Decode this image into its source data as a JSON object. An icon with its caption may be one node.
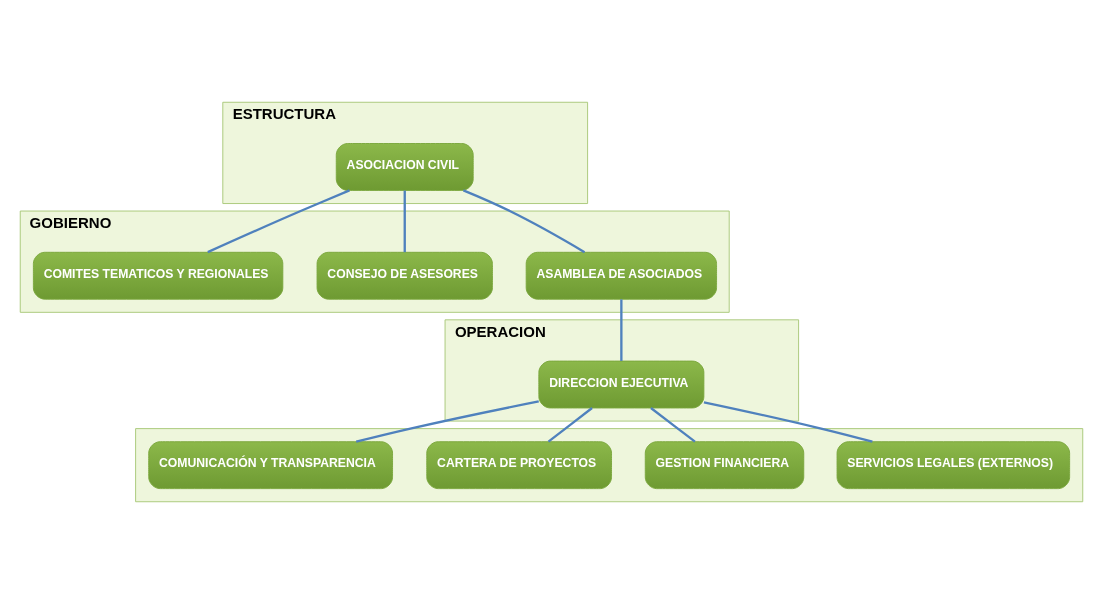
{
  "diagram": {
    "nodes": [
      {
        "text": [
          "ESTRUCTURA"
        ]
      },
      {
        "text": [
          "ASOCIACION CIVIL"
        ],
        "in": 0
      },
      {
        "text": [
          "GOBIERNO"
        ]
      },
      {
        "text": [
          "ASAMBLEA DE ASOCIADOS"
        ],
        "in": 2
      },
      {
        "text": [
          "CONSEJO DE ASESORES"
        ],
        "in": 2
      },
      {
        "text": [
          "COMITES TEMATICOS Y REGIONALES"
        ],
        "in": 2
      },
      {
        "text": [
          "OPERACION"
        ]
      },
      {
        "text": [
          "DIRECCION EJECUTIVA"
        ],
        "in": 6
      },
      {
        "text": [],
        "shape": "box"
      },
      {
        "text": [
          "SERVICIOS LEGALES (EXTERNOS)"
        ],
        "in": 8
      },
      {
        "text": [
          "GESTION FINANCIERA"
        ],
        "in": 8
      },
      {
        "text": [
          "CARTERA DE PROYECTOS"
        ],
        "in": 8
      },
      {
        "text": [
          "COMUNICACIÓN Y TRANSPARENCIA"
        ],
        "in": 8
      }
    ],
    "edges": [
      {
        "from": 1,
        "to": 3,
        "arrow": "none"
      },
      {
        "from": 1,
        "to": 4,
        "arrow": "none"
      },
      {
        "from": 1,
        "to": 5,
        "arrow": "none"
      },
      {
        "from": 3,
        "to": 7,
        "arrow": "none"
      },
      {
        "from": 7,
        "to": 9,
        "arrow": "none"
      },
      {
        "from": 7,
        "to": 10,
        "arrow": "none"
      },
      {
        "from": 7,
        "to": 11,
        "arrow": "none"
      },
      {
        "from": 7,
        "to": 12,
        "arrow": "none"
      }
    ]
  }
}
